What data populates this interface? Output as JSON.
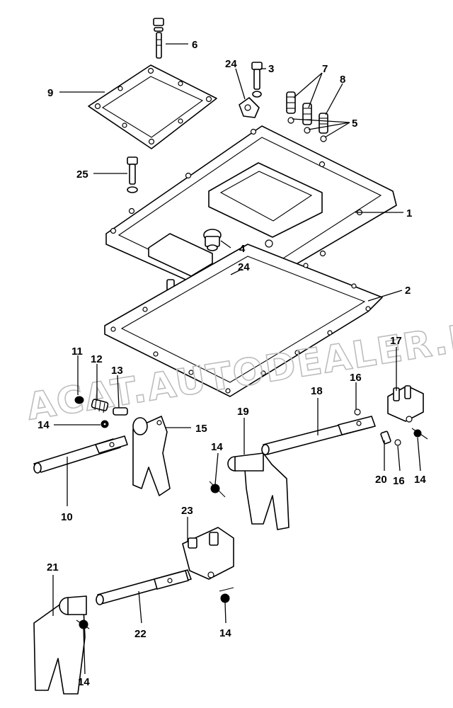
{
  "watermark": "ACAT.AUTODEALER.RU",
  "callouts": {
    "c1": "1",
    "c2": "2",
    "c3": "3",
    "c4": "4",
    "c5": "5",
    "c6": "6",
    "c7": "7",
    "c8": "8",
    "c9": "9",
    "c10": "10",
    "c11": "11",
    "c12": "12",
    "c13": "13",
    "c14a": "14",
    "c14b": "14",
    "c14c": "14",
    "c14d": "14",
    "c14e": "14",
    "c15": "15",
    "c16a": "16",
    "c16b": "16",
    "c17": "17",
    "c18": "18",
    "c19": "19",
    "c20": "20",
    "c21": "21",
    "c22": "22",
    "c23": "23",
    "c24a": "24",
    "c24b": "24",
    "c25": "25"
  }
}
